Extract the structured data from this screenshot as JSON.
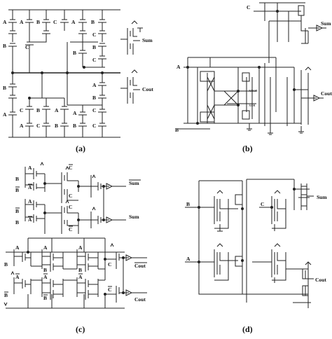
{
  "panels": {
    "a": {
      "caption": "(a)",
      "labels": {
        "top_left_a1": "A",
        "top_left_b1": "B",
        "top_a2": "A",
        "top_b2": "B",
        "top_c1": "C",
        "top_a3": "A",
        "top_b3": "B",
        "top_c_right": "C",
        "mid_b_left": "B",
        "mid_c_left": "C",
        "mid_b_right": "B",
        "mid_c_right": "C",
        "mid_a_right": "A",
        "low_b_left": "B",
        "low_c_left": "C",
        "low_b_right": "B",
        "low_c_right": "C",
        "bot_a1": "A",
        "bot_a2": "A",
        "bot_b1": "B",
        "bot_c1": "C",
        "bot_a3": "A",
        "bot_b2": "B",
        "bot_a4": "A",
        "bot_b3": "B",
        "bot_c_right": "C",
        "out_sum": "Sum",
        "out_cout": "Cout"
      }
    },
    "b": {
      "caption": "(b)",
      "labels": {
        "in_a": "A",
        "in_b": "B",
        "in_c": "C",
        "out_sum": "Sum",
        "out_cout": "Cout",
        "node_xnor": "XNOR",
        "node_xor": "XOR"
      }
    },
    "c": {
      "caption": "(c)",
      "labels": {
        "r1_a": "A",
        "r1_b": "B",
        "r1_cbar": "C",
        "r2_abar": "A",
        "r2_b": "B",
        "r2_c": "C",
        "r2_out": "Sum",
        "r3_a": "A",
        "r3_bbar": "B",
        "r3_c": "C",
        "r4_abar": "A",
        "r4_bbar": "B",
        "r4_cbar": "C",
        "r4_out": "Sum",
        "r5_a": "A",
        "r5_b": "B",
        "r5_a2": "A",
        "r5_a3": "A",
        "r6_b": "B",
        "r6_b2": "B",
        "r6_c": "C",
        "r6_out": "Cout",
        "r7_a": "A",
        "r7_a2": "A",
        "r7_a3": "A",
        "r8_b": "B",
        "r8_b2": "B",
        "r8_c": "C",
        "r8_out": "Cout"
      }
    },
    "d": {
      "caption": "(d)",
      "labels": {
        "in_b": "B",
        "in_a": "A",
        "in_c": "C",
        "out_sum": "Sum",
        "out_cout": "Cout"
      }
    }
  }
}
